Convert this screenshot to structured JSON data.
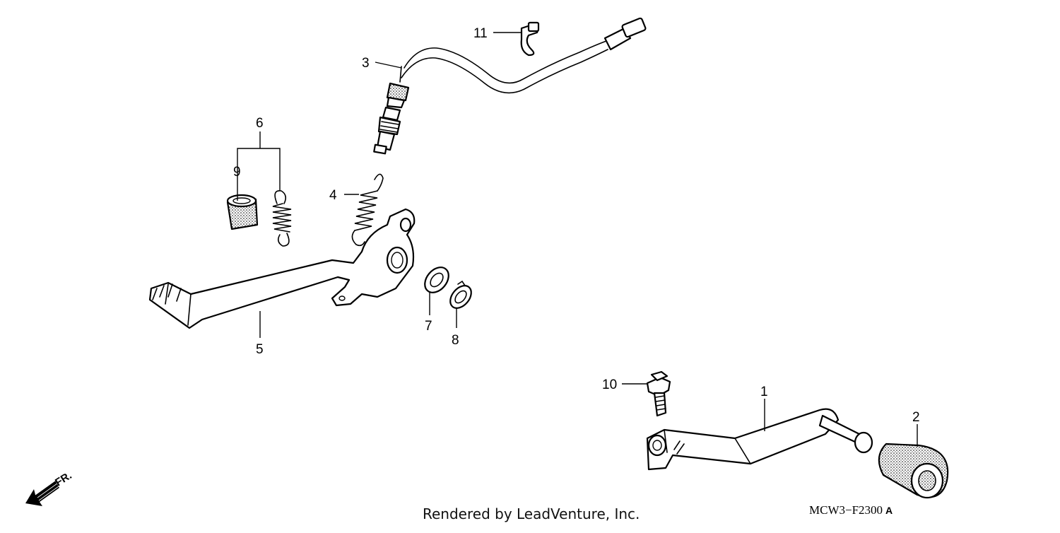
{
  "diagram": {
    "callouts": [
      "1",
      "2",
      "3",
      "4",
      "5",
      "6",
      "7",
      "8",
      "9",
      "10",
      "11"
    ],
    "direction_label": "FR.",
    "diagram_code": "MCW3−F2300",
    "diagram_code_suffix": "A",
    "credit": "Rendered by LeadVenture, Inc."
  },
  "colors": {
    "line": "#000000",
    "background": "#ffffff"
  },
  "icons": {
    "direction": "front-direction-arrow-icon"
  }
}
